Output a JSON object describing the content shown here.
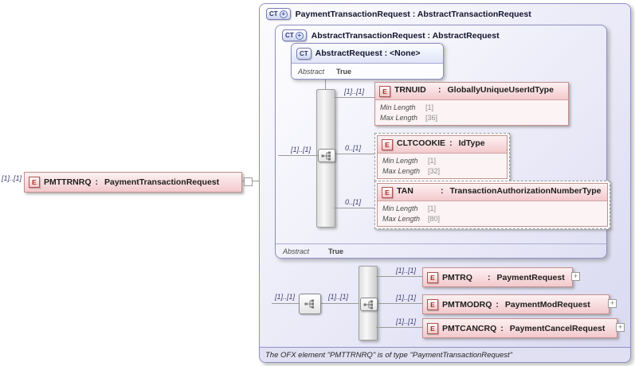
{
  "ui": {
    "e_icon": "E",
    "ct_icon": "CT",
    "plus": "+",
    "colon": ":"
  },
  "root_element": {
    "cardinality": "[1]..[1]",
    "name": "PMTTRNRQ",
    "type": "PaymentTransactionRequest"
  },
  "outer_type": {
    "title": "PaymentTransactionRequest : AbstractTransactionRequest",
    "footer": "The OFX element \"PMTTRNRQ\" is of type \"PaymentTransactionRequest\""
  },
  "abstract_transaction": {
    "title": "AbstractTransactionRequest : AbstractRequest",
    "abstract_label": "Abstract",
    "abstract_value": "True"
  },
  "abstract_request": {
    "title": "AbstractRequest : <None>",
    "abstract_label": "Abstract",
    "abstract_value": "True"
  },
  "sequence_upper": {
    "cardinality": "[1]..[1]"
  },
  "elements": [
    {
      "name": "TRNUID",
      "type": "GloballyUniqueUserIdType",
      "cardinality": "[1]..[1]",
      "facets": [
        {
          "label": "Min Length",
          "value": "[1]"
        },
        {
          "label": "Max Length",
          "value": "[36]"
        }
      ]
    },
    {
      "name": "CLTCOOKIE",
      "type": "IdType",
      "cardinality": "0..[1]",
      "facets": [
        {
          "label": "Min Length",
          "value": "[1]"
        },
        {
          "label": "Max Length",
          "value": "[32]"
        }
      ]
    },
    {
      "name": "TAN",
      "type": "TransactionAuthorizationNumberType",
      "cardinality": "0..[1]",
      "facets": [
        {
          "label": "Min Length",
          "value": "[1]"
        },
        {
          "label": "Max Length",
          "value": "[80]"
        }
      ]
    }
  ],
  "sequence_lower": {
    "outer_cardinality": "[1]..[1]",
    "inner_cardinality": "[1]..[1]"
  },
  "choice_elements": [
    {
      "name": "PMTRQ",
      "type": "PaymentRequest",
      "cardinality": "[1]..[1]"
    },
    {
      "name": "PMTMODRQ",
      "type": "PaymentModRequest",
      "cardinality": "[1]..[1]"
    },
    {
      "name": "PMTCANCRQ",
      "type": "PaymentCancelRequest",
      "cardinality": "[1]..[1]"
    }
  ]
}
